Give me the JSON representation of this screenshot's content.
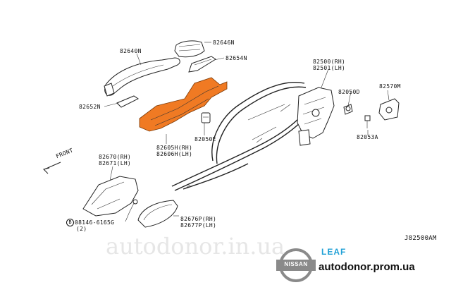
{
  "diagram": {
    "code": "J82500AM",
    "arrow_label": "FRONT",
    "highlight_color": "#f07a23",
    "labels": {
      "p82640N": "82640N",
      "p82646N": "82646N",
      "p82654N": "82654N",
      "p82652N": "82652N",
      "p82605H": "82605H(RH)",
      "p82606H": "82606H(LH)",
      "p82050E": "82050E",
      "p82500": "82500(RH)",
      "p82501": "82501(LH)",
      "p82050D": "82050D",
      "p82570M": "82570M",
      "p82053A": "82053A",
      "p82670": "82670(RH)",
      "p82671": "82671(LH)",
      "bolt_ref": "08146-6165G",
      "bolt_qty": "(2)",
      "bolt_circle": "B",
      "p82676P": "82676P(RH)",
      "p82677P": "82677P(LH)"
    }
  },
  "branding": {
    "watermark": "autodonor.in.ua",
    "site": "autodonor.prom.ua",
    "model": "LEAF",
    "brand": "NISSAN",
    "logo_icon": "nissan-logo-icon"
  }
}
